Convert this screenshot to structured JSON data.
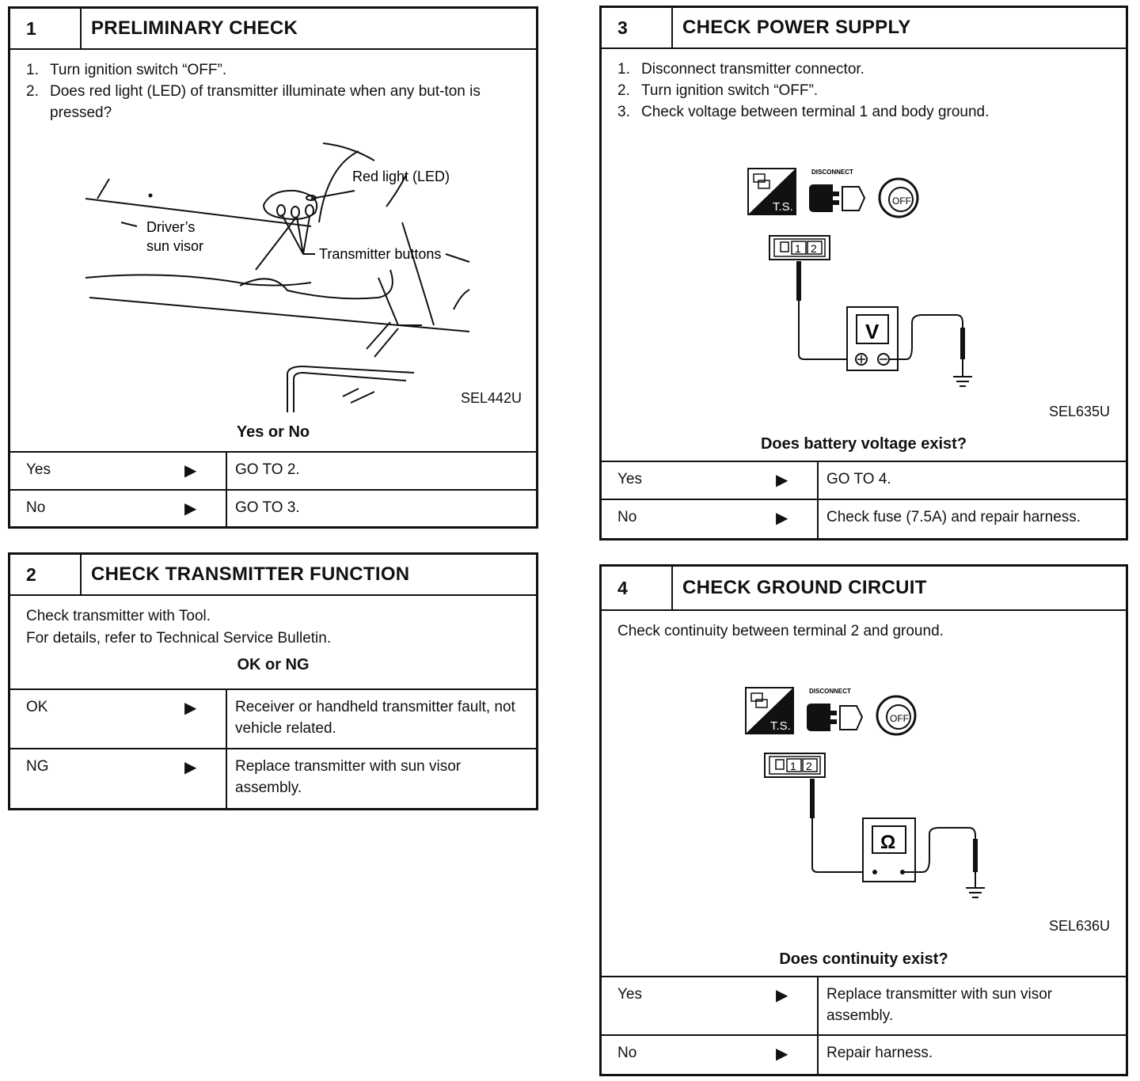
{
  "box1": {
    "num": "1",
    "title": "PRELIMINARY CHECK",
    "steps": [
      {
        "n": "1.",
        "text": "Turn ignition switch “OFF”."
      },
      {
        "n": "2.",
        "text": "Does red light (LED) of transmitter illuminate when any but-ton is pressed?"
      }
    ],
    "figure": {
      "label_red_light": "Red light (LED)",
      "label_drivers": "Driver’s",
      "label_sun_visor": "sun visor",
      "label_buttons": "Transmitter buttons",
      "code": "SEL442U"
    },
    "question": "Yes or No",
    "rows": [
      {
        "key": "Yes",
        "value": "GO TO 2."
      },
      {
        "key": "No",
        "value": "GO TO 3."
      }
    ]
  },
  "box2": {
    "num": "2",
    "title": "CHECK TRANSMITTER FUNCTION",
    "line1": "Check transmitter with Tool.",
    "line2": "For details, refer to Technical Service Bulletin.",
    "question": "OK or NG",
    "rows": [
      {
        "key": "OK",
        "value": "Receiver or handheld transmitter fault, not vehicle related."
      },
      {
        "key": "NG",
        "value": "Replace transmitter with sun visor assembly."
      }
    ]
  },
  "box3": {
    "num": "3",
    "title": "CHECK POWER SUPPLY",
    "steps": [
      {
        "n": "1.",
        "text": "Disconnect transmitter connector."
      },
      {
        "n": "2.",
        "text": "Turn ignition switch “OFF”."
      },
      {
        "n": "3.",
        "text": "Check voltage between terminal 1 and body ground."
      }
    ],
    "figure": {
      "ts": "T.S.",
      "disconnect": "DISCONNECT",
      "off": "OFF",
      "term1": "1",
      "term2": "2",
      "meter": "V",
      "code": "SEL635U"
    },
    "question": "Does battery voltage exist?",
    "rows": [
      {
        "key": "Yes",
        "value": "GO TO 4."
      },
      {
        "key": "No",
        "value": "Check fuse (7.5A) and repair harness."
      }
    ]
  },
  "box4": {
    "num": "4",
    "title": "CHECK GROUND CIRCUIT",
    "line1": "Check continuity between terminal 2 and ground.",
    "figure": {
      "ts": "T.S.",
      "disconnect": "DISCONNECT",
      "off": "OFF",
      "term1": "1",
      "term2": "2",
      "meter": "Ω",
      "code": "SEL636U"
    },
    "question": "Does continuity exist?",
    "rows": [
      {
        "key": "Yes",
        "value": "Replace transmitter with sun visor assembly."
      },
      {
        "key": "No",
        "value": "Repair harness."
      }
    ]
  },
  "arrow_glyph": "▶"
}
